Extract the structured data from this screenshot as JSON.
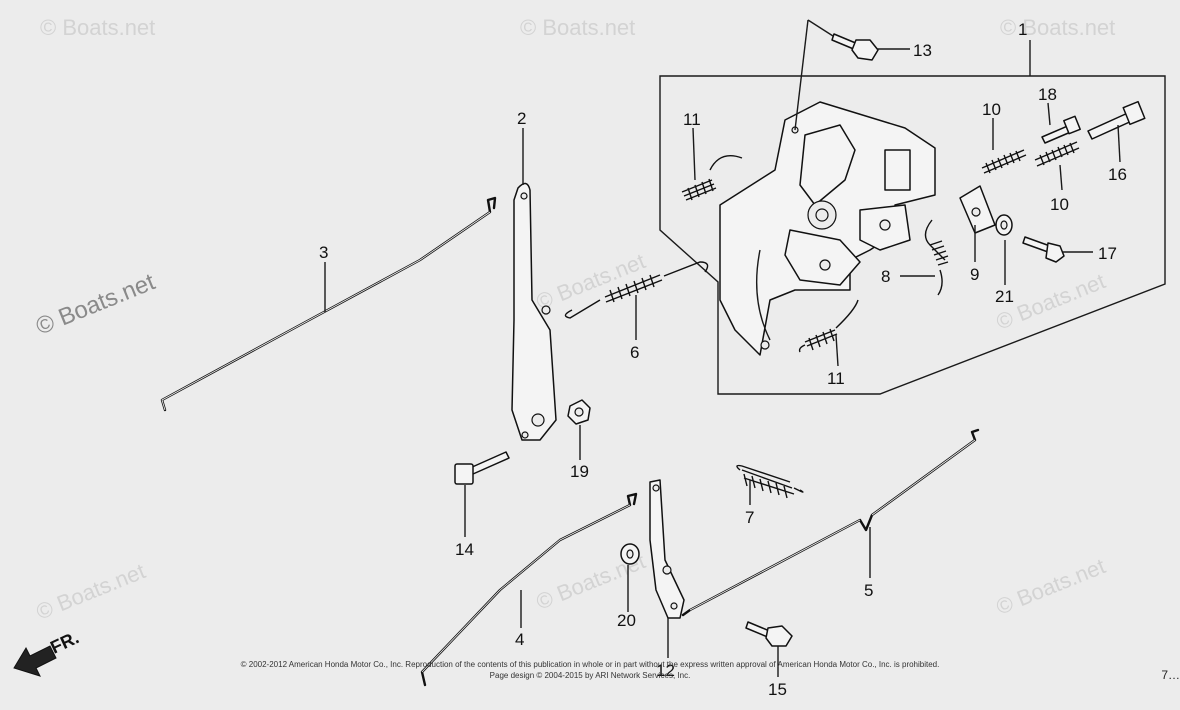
{
  "diagram": {
    "watermark_text": "© Boats.net",
    "direction_label": "FR.",
    "page_number": "7…",
    "footer_line1": "© 2002-2012 American Honda Motor Co., Inc. Reproduction of the contents of this publication in whole or in part without the express written approval of American Honda Motor Co., Inc. is prohibited.",
    "footer_line2": "Page design © 2004-2015 by ARI Network Services, Inc.",
    "callouts": {
      "c1": "1",
      "c2": "2",
      "c3": "3",
      "c4": "4",
      "c5": "5",
      "c6": "6",
      "c7": "7",
      "c8": "8",
      "c9": "9",
      "c10a": "10",
      "c10b": "10",
      "c11a": "11",
      "c11b": "11",
      "c12": "12",
      "c13": "13",
      "c14": "14",
      "c15": "15",
      "c16": "16",
      "c17": "17",
      "c18": "18",
      "c19": "19",
      "c20": "20",
      "c21": "21"
    }
  }
}
